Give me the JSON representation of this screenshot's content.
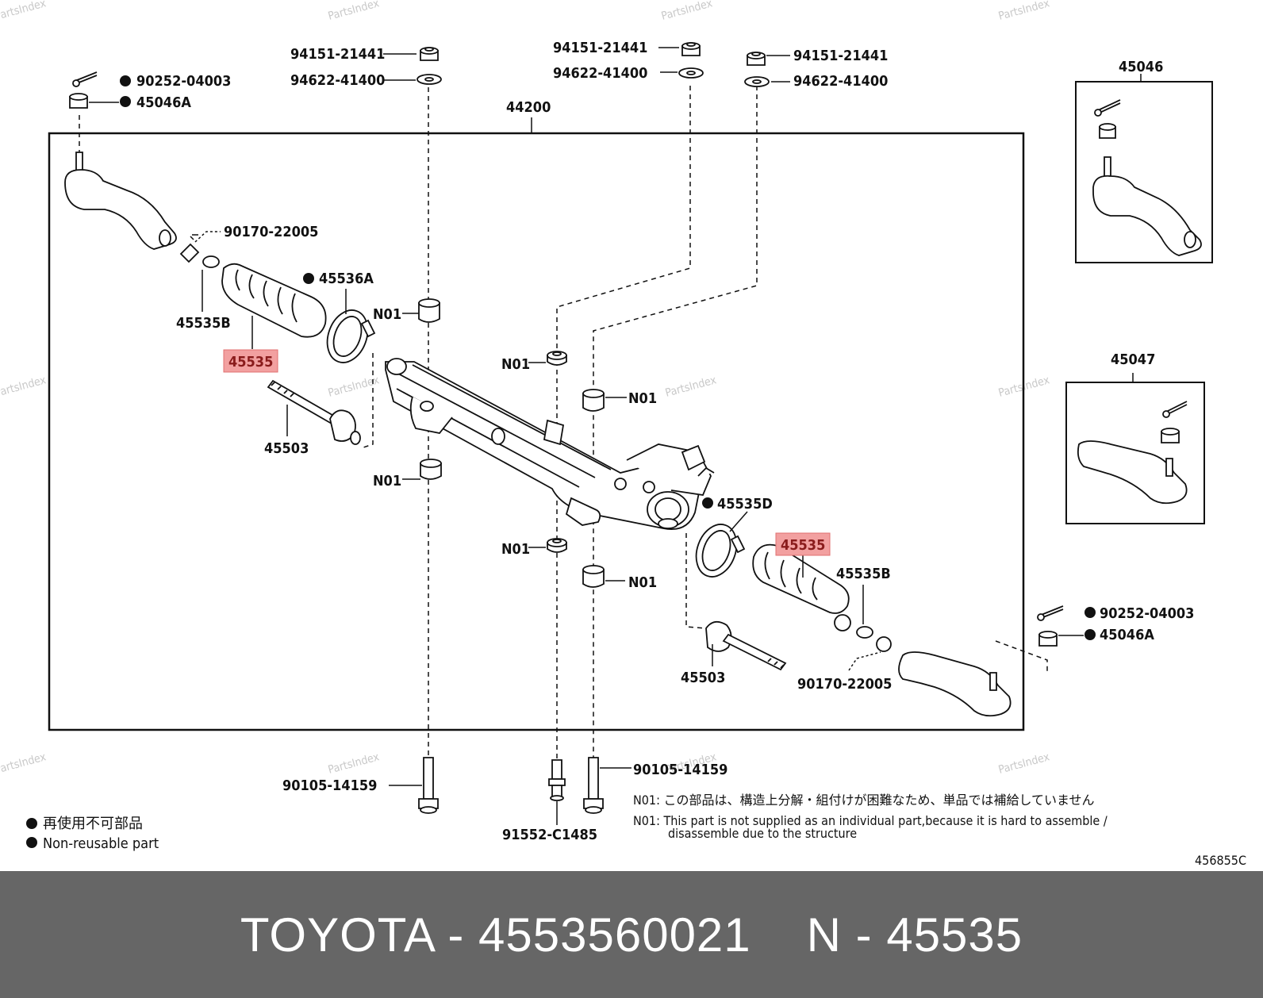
{
  "watermark": "PartsIndex",
  "diagram_code": "456855C",
  "assembly": "44200",
  "highlight_color": "#f2a0a0",
  "labels": {
    "nut_top_left": "94151-21441",
    "washer_top_left": "94622-41400",
    "nut_top_mid": "94151-21441",
    "washer_top_mid": "94622-41400",
    "nut_top_right": "94151-21441",
    "washer_top_right": "94622-41400",
    "pin_left": "90252-04003",
    "nut_left": "45046A",
    "clip_left": "90170-22005",
    "clamp_left": "45536A",
    "clip2_left": "45535B",
    "boot_left": "45535",
    "rod_left": "45503",
    "n01_a": "N01",
    "n01_b": "N01",
    "n01_c": "N01",
    "n01_d": "N01",
    "n01_e": "N01",
    "n01_f": "N01",
    "clamp_right": "45535D",
    "boot_right": "45535",
    "clip2_right": "45535B",
    "rod_right": "45503",
    "clip_right": "90170-22005",
    "pin_right": "90252-04003",
    "nut_right": "45046A",
    "bolt_left": "90105-14159",
    "bolt_mid": "91552-C1485",
    "bolt_right": "90105-14159",
    "box_top": "45046",
    "box_bottom": "45047"
  },
  "notes": {
    "jp": "N01: この部品は、構造上分解・組付けが困難なため、単品では補給していません",
    "en1": "N01:  This part is not supplied as an individual part,because it is hard to assemble /",
    "en2": "disassemble due to the structure"
  },
  "legend": {
    "jp": "再使用不可部品",
    "en": "Non-reusable part"
  },
  "footer": {
    "left": "TOYOTA - 4553560021",
    "right": "N - 45535"
  }
}
